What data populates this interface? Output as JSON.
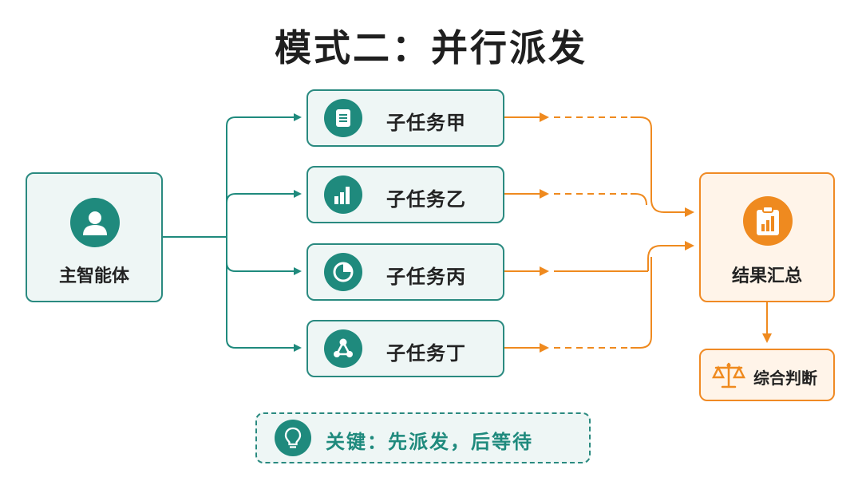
{
  "title": "模式二：并行派发",
  "main_agent": {
    "label": "主智能体",
    "icon": "person-icon"
  },
  "subtasks": [
    {
      "label": "子任务甲",
      "icon": "document-icon"
    },
    {
      "label": "子任务乙",
      "icon": "bar-chart-icon"
    },
    {
      "label": "子任务丙",
      "icon": "pie-chart-icon"
    },
    {
      "label": "子任务丁",
      "icon": "network-icon"
    }
  ],
  "result": {
    "label": "结果汇总",
    "icon": "clipboard-chart-icon"
  },
  "judgement": {
    "label": "综合判断",
    "icon": "scale-icon"
  },
  "key": {
    "label": "关键：先派发，后等待",
    "icon": "lightbulb-icon"
  },
  "colors": {
    "teal": "#1f8a7d",
    "teal_border": "#2a8a80",
    "orange": "#ef8a1f",
    "orange_border": "#f08a24"
  }
}
